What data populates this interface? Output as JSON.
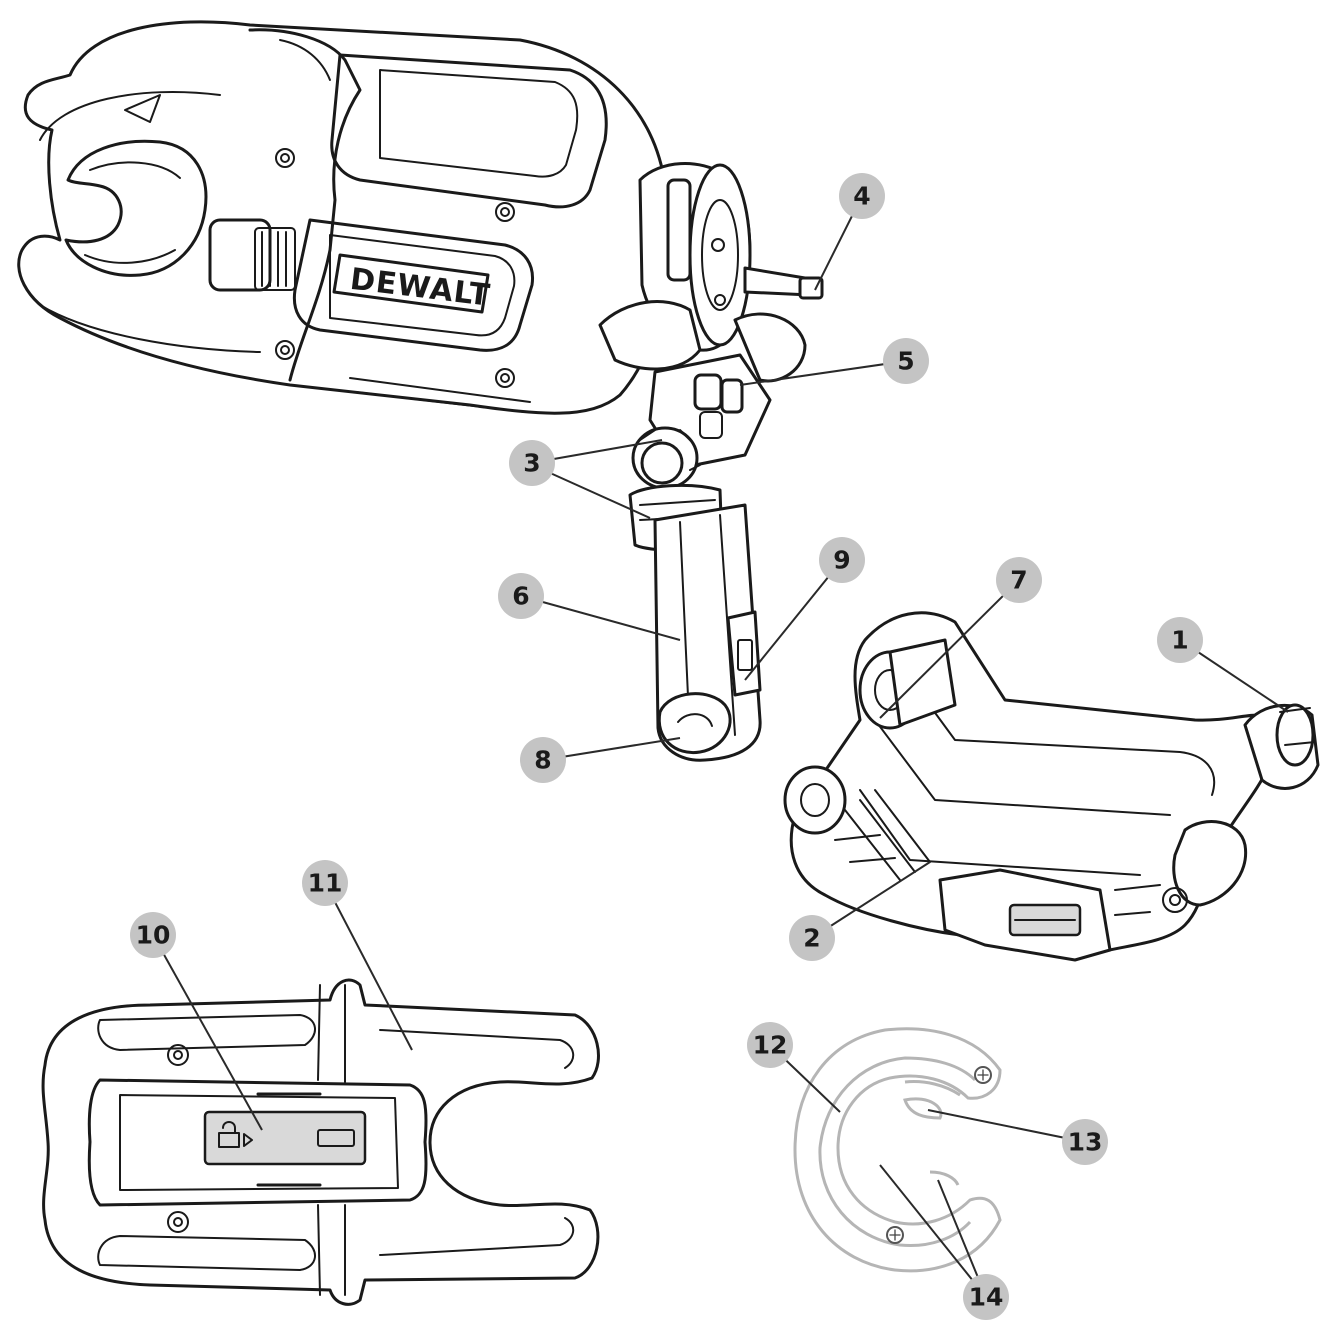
{
  "brand_label": "DEWALT",
  "callouts": [
    {
      "id": "1",
      "label": "1"
    },
    {
      "id": "2",
      "label": "2"
    },
    {
      "id": "3",
      "label": "3"
    },
    {
      "id": "4",
      "label": "4"
    },
    {
      "id": "5",
      "label": "5"
    },
    {
      "id": "6",
      "label": "6"
    },
    {
      "id": "7",
      "label": "7"
    },
    {
      "id": "8",
      "label": "8"
    },
    {
      "id": "9",
      "label": "9"
    },
    {
      "id": "10",
      "label": "10"
    },
    {
      "id": "11",
      "label": "11"
    },
    {
      "id": "12",
      "label": "12"
    },
    {
      "id": "13",
      "label": "13"
    },
    {
      "id": "14",
      "label": "14"
    }
  ],
  "colors": {
    "callout_fill": "#c4c4c4",
    "line": "#1a1a1a",
    "background": "#ffffff"
  }
}
